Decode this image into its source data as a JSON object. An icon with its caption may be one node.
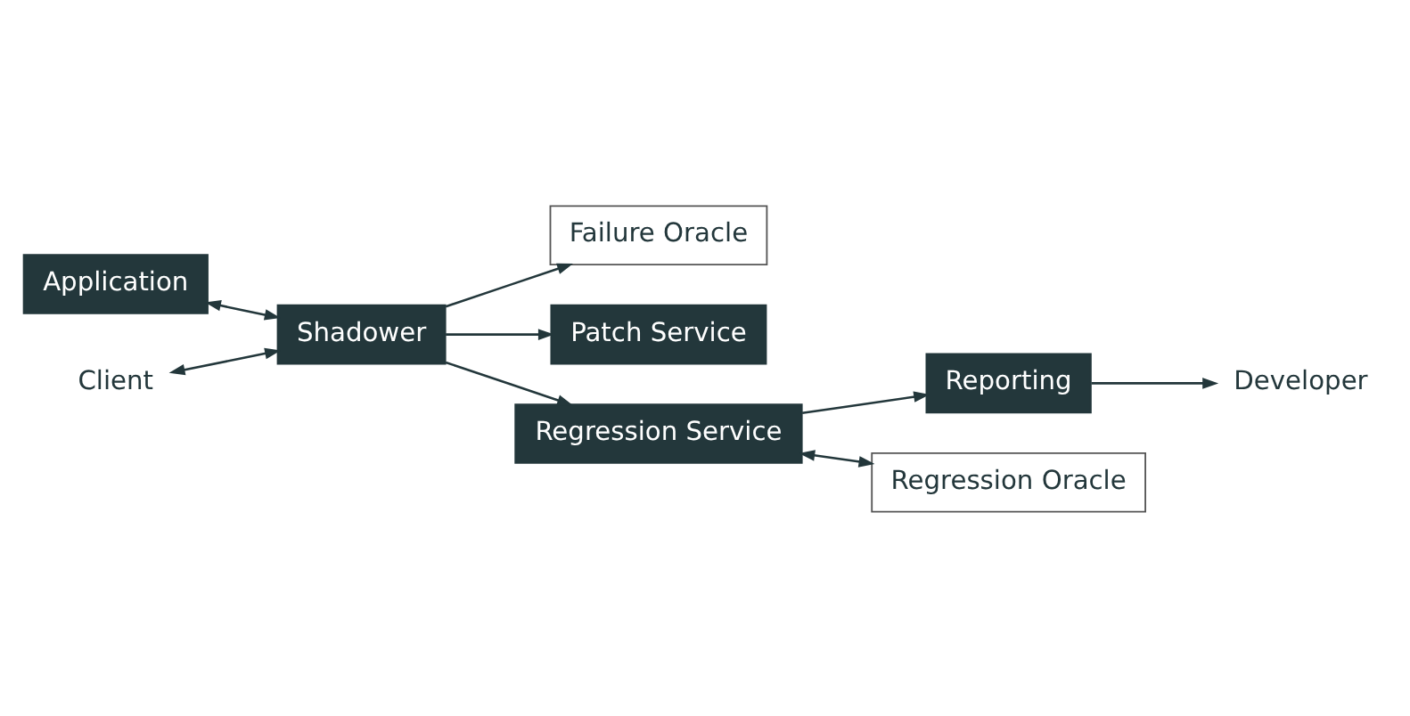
{
  "diagram": {
    "nodes": [
      {
        "text": [
          "Application"
        ]
      },
      {
        "text": [
          "Failure Oracle"
        ]
      },
      {
        "text": [
          "Client"
        ]
      },
      {
        "text": [
          "Shadower"
        ]
      },
      {
        "text": [
          "Patch Service"
        ]
      },
      {
        "text": [
          "Developer"
        ]
      },
      {
        "text": [
          "Regression Service"
        ]
      },
      {
        "text": [
          "Reporting"
        ]
      },
      {
        "text": [
          "Regression Oracle"
        ]
      }
    ],
    "edges": [
      {
        "from": 0,
        "to": 3,
        "arrow": "both"
      },
      {
        "from": 2,
        "to": 3,
        "arrow": "both"
      },
      {
        "from": 3,
        "to": 1,
        "arrow": "to"
      },
      {
        "from": 3,
        "to": 4,
        "arrow": "to"
      },
      {
        "from": 3,
        "to": 6,
        "arrow": "to"
      },
      {
        "from": 6,
        "to": 7,
        "arrow": "to"
      },
      {
        "from": 7,
        "to": 5,
        "arrow": "to"
      },
      {
        "from": 6,
        "to": 8,
        "arrow": "both"
      }
    ]
  }
}
